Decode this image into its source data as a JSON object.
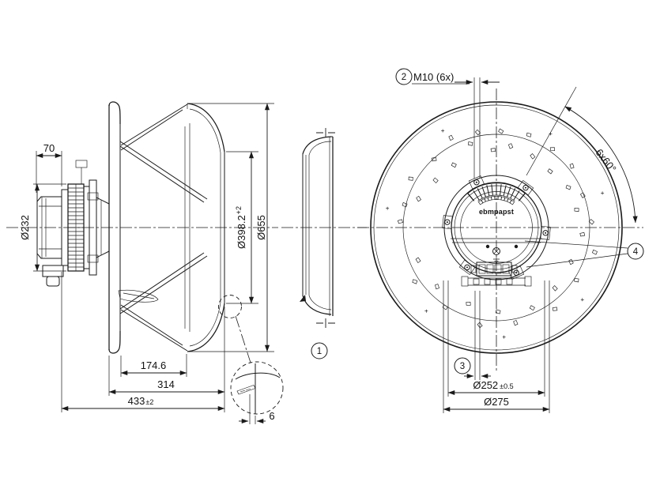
{
  "title": "centrifugal-fan-technical-drawing",
  "colors": {
    "background": "#ffffff",
    "line": "#1a1a1a",
    "text": "#111111"
  },
  "side_view": {
    "dim_motor_protrusion": "70",
    "dim_motor_diameter": "Ø232",
    "dim_inlet_diameter": "Ø398.2",
    "dim_inlet_diameter_tol": "+2",
    "dim_outer_diameter": "Ø655",
    "dim_blade_channel_depth": "174.6",
    "dim_impeller_depth": "314",
    "dim_total_depth": "433",
    "dim_total_depth_tol": "±2",
    "dim_inlet_lip_thickness": "6"
  },
  "inlet_ring_view": {
    "balloon_inlet_ring": "1"
  },
  "front_view": {
    "balloon_mounting_holes": "2",
    "balloon_cable": "3",
    "balloon_fasteners": "4",
    "label_mounting_holes": "M10 (6x)",
    "label_hole_pattern": "6x60°",
    "dim_bolt_circle": "Ø252",
    "dim_bolt_circle_tol": "±0.5",
    "dim_hub_flange_diameter": "Ø275",
    "logo": "ebmpapst"
  }
}
